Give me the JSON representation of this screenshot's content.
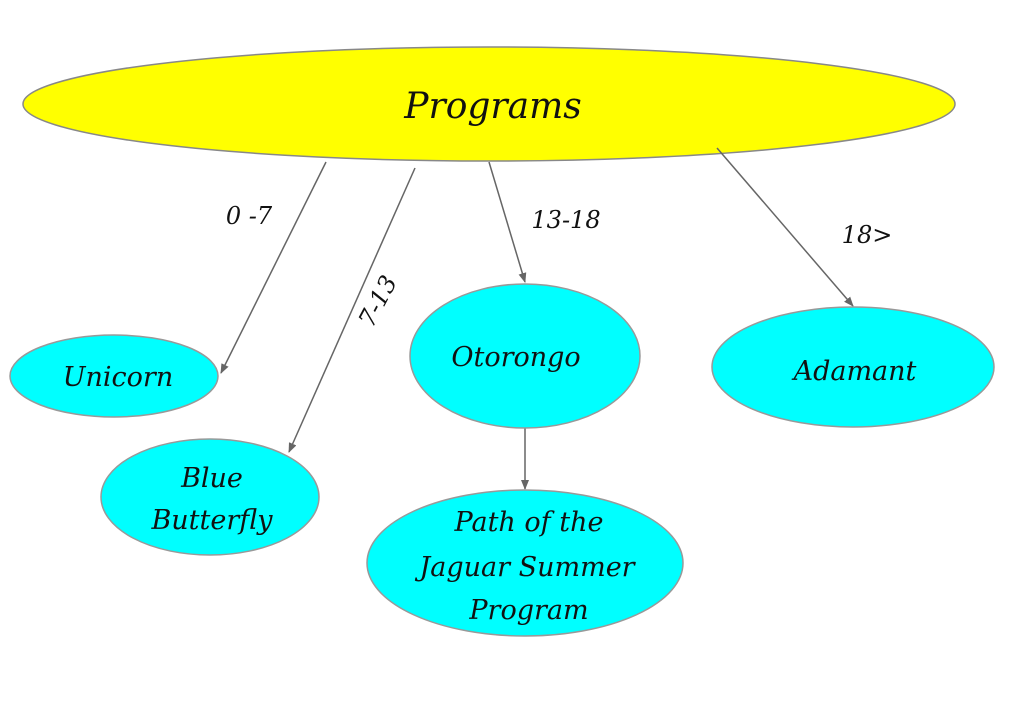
{
  "root": {
    "label": "Programs",
    "fill": "#ffff00"
  },
  "nodes": {
    "unicorn": {
      "label": "Unicorn"
    },
    "blue_butterfly": {
      "line1": "Blue",
      "line2": "Butterfly"
    },
    "otorongo": {
      "label": "Otorongo"
    },
    "path_of_jaguar": {
      "line1": "Path of the",
      "line2": "Jaguar Summer",
      "line3": "Program"
    },
    "adamant": {
      "label": "Adamant"
    }
  },
  "node_fill": "#00ffff",
  "edges": {
    "unicorn": "0 -7",
    "blue_butterfly": "7-13",
    "otorongo": "13-18",
    "adamant": "18>"
  }
}
